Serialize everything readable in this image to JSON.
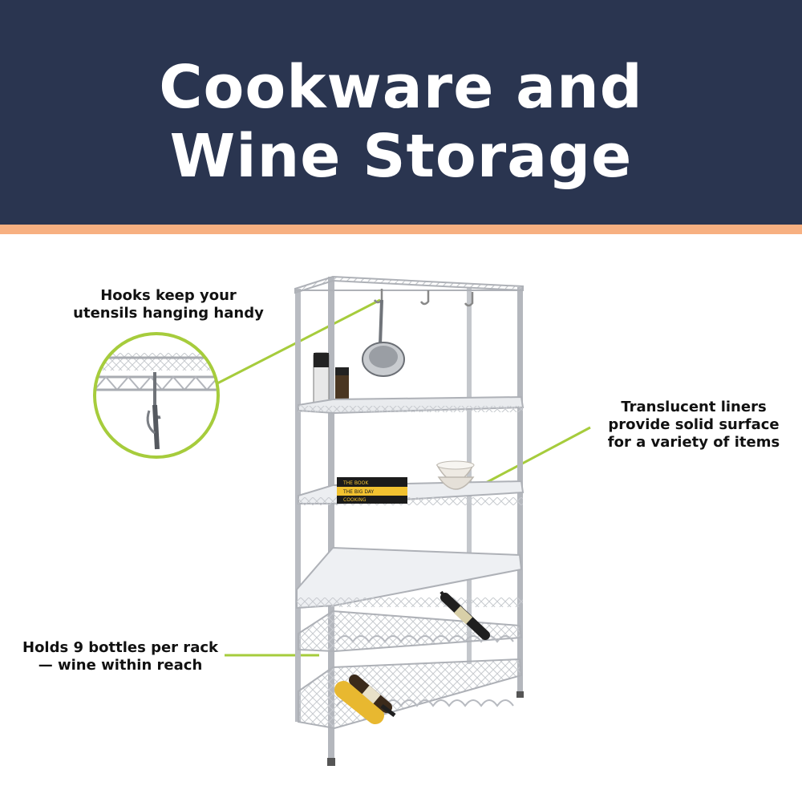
{
  "header": {
    "title_line1": "Cookware and",
    "title_line2": "Wine Storage"
  },
  "colors": {
    "header_bg": "#2a3550",
    "accent_bar": "#f7b081",
    "callout_line": "#a6cc3c",
    "chrome": "#b9bcc2"
  },
  "callouts": {
    "hooks": {
      "line1": "Hooks keep your",
      "line2": "utensils hanging handy"
    },
    "liners": {
      "line1": "Translucent liners",
      "line2": "provide solid surface",
      "line3": "for a variety of items"
    },
    "bottles": {
      "line1": "Holds 9 bottles per rack",
      "line2": "— wine within reach"
    }
  },
  "book_spines": [
    "THE BOOK",
    "THE BIG DAY",
    "COOKING"
  ],
  "product_icon": "wire-shelving-unit-icon",
  "zoom_icon": "hook-zoom-icon"
}
